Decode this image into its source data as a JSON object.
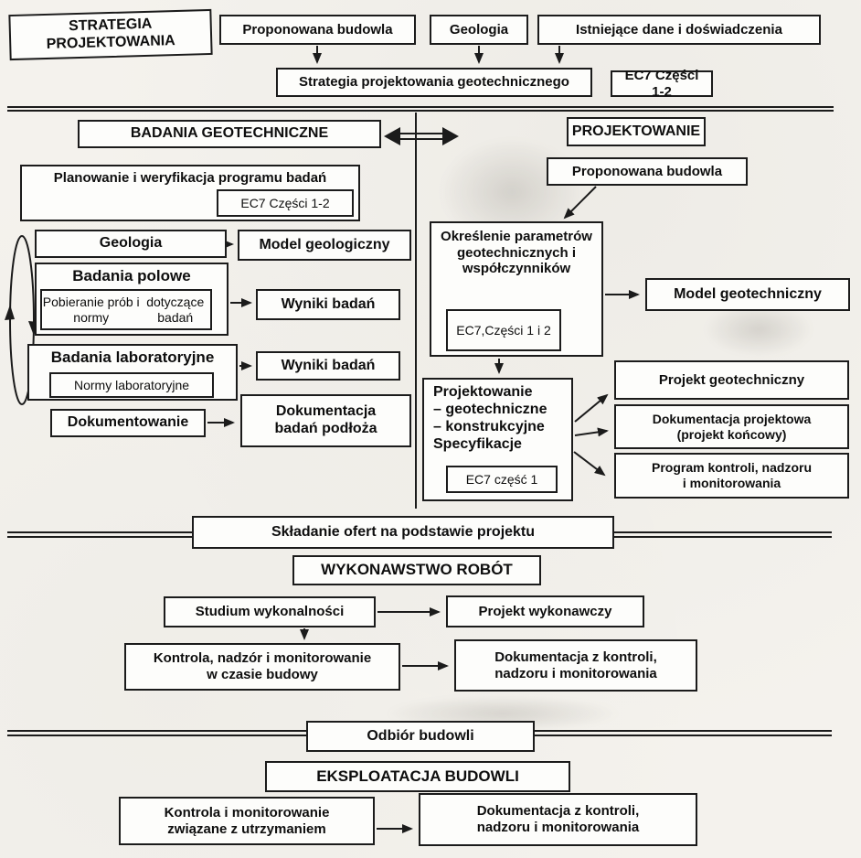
{
  "palette": {
    "background": "#f4f2ed",
    "box_fill": "#fdfdfb",
    "line_color": "#1b1b1b",
    "text_color": "#0e0e0e"
  },
  "top": {
    "strategia_lines": [
      "STRATEGIA",
      "PROJEKTOWANIA"
    ],
    "proponowana": "Proponowana budowla",
    "geologia": "Geologia",
    "istniejace": "Istniejące dane i doświadczenia",
    "strategia_geo": "Strategia projektowania geotechnicznego",
    "ec7": "EC7 Części 1-2"
  },
  "left": {
    "header": "BADANIA GEOTECHNICZNE",
    "planowanie": "Planowanie i weryfikacja programu badań",
    "planowanie_ec7": "EC7 Części 1-2",
    "geologia": "Geologia",
    "model_geologiczny": "Model geologiczny",
    "badania_polowe": "Badania polowe",
    "pobieranie_lines": [
      "Pobieranie prób i normy",
      "dotyczące badań"
    ],
    "wyniki_1": "Wyniki badań",
    "badania_laboratoryjne": "Badania laboratoryjne",
    "normy_laboratoryjne": "Normy laboratoryjne",
    "wyniki_2": "Wyniki badań",
    "dokumentowanie": "Dokumentowanie",
    "dokumentacja_lines": [
      "Dokumentacja",
      "badań podłoża"
    ]
  },
  "right": {
    "header": "PROJEKTOWANIE",
    "proponowana": "Proponowana budowla",
    "okreslenie": "Określenie parametrów geotechnicznych i współczynników",
    "okreslenie_ec7_lines": [
      "EC7,",
      "Części 1 i 2"
    ],
    "model_geotechniczny": "Model geotechniczny",
    "projektowanie_lines": [
      "Projektowanie",
      "– geotechniczne",
      "– konstrukcyjne",
      "Specyfikacje"
    ],
    "projektowanie_ec7": "EC7 część 1",
    "projekt_geotechniczny": "Projekt geotechniczny",
    "dokumentacja_projektowa_lines": [
      "Dokumentacja projektowa",
      "(projekt końcowy)"
    ],
    "program_kontroli_lines": [
      "Program kontroli, nadzoru",
      "i monitorowania"
    ]
  },
  "execution": {
    "skladanie": "Składanie ofert na podstawie projektu",
    "header": "WYKONAWSTWO ROBÓT",
    "studium": "Studium wykonalności",
    "projekt_wykonawczy": "Projekt wykonawczy",
    "kontrola_lines": [
      "Kontrola, nadzór i monitorowanie",
      "w czasie budowy"
    ],
    "dokumentacja_lines": [
      "Dokumentacja z kontroli,",
      "nadzoru i monitorowania"
    ]
  },
  "operation": {
    "odbior": "Odbiór budowli",
    "header": "EKSPLOATACJA BUDOWLI",
    "kontrola_lines": [
      "Kontrola i monitorowanie",
      "związane z utrzymaniem"
    ],
    "dokumentacja_lines": [
      "Dokumentacja z kontroli,",
      "nadzoru i monitorowania"
    ]
  }
}
